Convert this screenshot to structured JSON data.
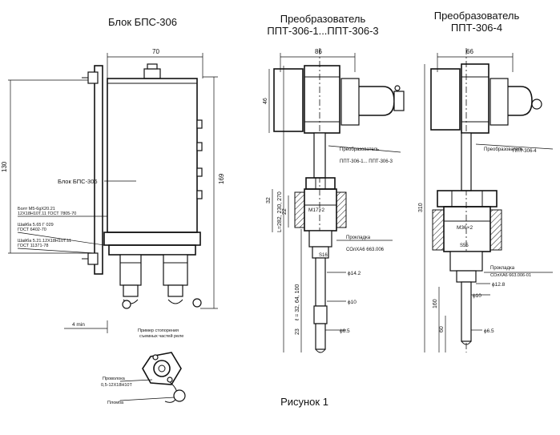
{
  "titles": {
    "block": "Блок БПС-306",
    "conv1_line1": "Преобразователь",
    "conv1_line2": "ППТ-306-1...ППТ-306-3",
    "conv2_line1": "Преобразователь",
    "conv2_line2": "ППТ-306-4"
  },
  "caption": "Рисунок 1",
  "block": {
    "dim_width": "70",
    "dim_height_outer": "130",
    "dim_height_inner": "169",
    "label": "Блок БПС-306",
    "bolt_line1": "Болт М5-6gX20.21",
    "bolt_line2": "12Х18Н10Т.11  ГОСТ 7805-70",
    "washer1_line1": "Шайба 5.65 Г 029",
    "washer1_line2": "ГОСТ 6402-70",
    "washer2_line1": "Шайба 5.21.12Х18Н10Т.11",
    "washer2_line2": "ГОСТ 11371-78",
    "dim_min": "4 min",
    "example_line1": "Пример стопорения",
    "example_line2": "съемных частей реле",
    "wire_line1": "Проволока",
    "wire_line2": "0,5-12Х18Н10Т",
    "seal": "Пломба"
  },
  "conv1": {
    "dim_width": "86",
    "dim_top": "46",
    "dim_length": "L=282, 230, 270",
    "label_line1": "Преобразователь",
    "label_line2": "ППТ-306-1... ППТ-306-3",
    "dim_32": "32",
    "dim_22": "22",
    "thread": "М17×2",
    "dim_s": "S16",
    "gasket_line1": "Прокладка",
    "gasket_line2": "СОлХА6 663.006",
    "diam_14": "ϕ14.2",
    "dim_l": "ℓ = 32, 64, 100",
    "diam_10": "ϕ10",
    "dim_23": "23",
    "diam_65": "ϕ6.5"
  },
  "conv2": {
    "dim_width": "66",
    "dim_310": "310",
    "label_line1": "Преобразователь",
    "label_line2": "ППТ-306-4",
    "thread": "М36×2",
    "dim_s": "S55",
    "gasket_line1": "Прокладка",
    "gasket_line2": "СОлХА6 663.006-01",
    "diam_13": "ϕ12.8",
    "diam_10": "ϕ10",
    "dim_160": "160",
    "dim_60": "60",
    "diam_65": "ϕ6.5"
  }
}
